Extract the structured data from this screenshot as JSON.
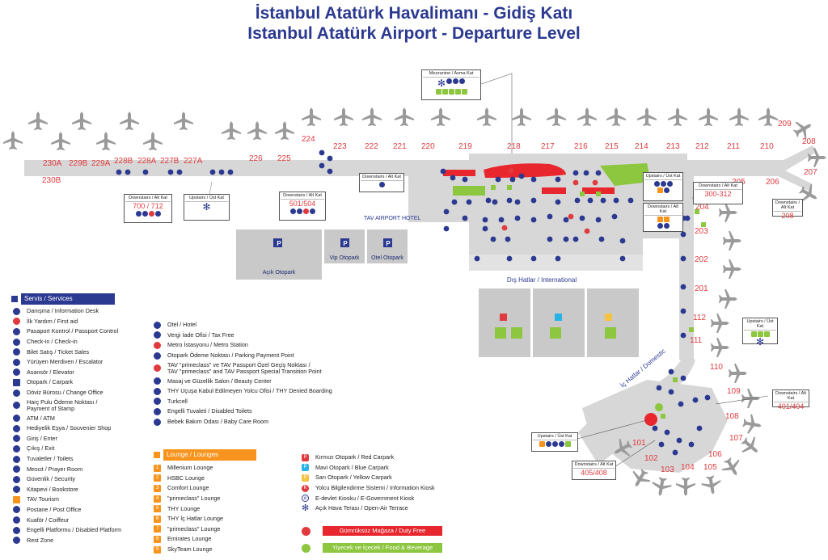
{
  "title_tr": "İstanbul Atatürk Havalimanı - Gidiş Katı",
  "title_en": "Istanbul Atatürk Airport - Departure Level",
  "colors": {
    "brand_blue": "#2b3990",
    "gate_red": "#e03a3e",
    "terminal_gray": "#d7d7d7",
    "duty_free_red": "#e8262d",
    "food_green": "#8dc63f",
    "lounge_orange": "#f7941d"
  },
  "gates_top": [
    "230A",
    "229B",
    "229A",
    "228B",
    "228A",
    "227B",
    "227A",
    "226",
    "225",
    "224",
    "223",
    "222",
    "221",
    "220",
    "219",
    "218",
    "217",
    "216",
    "215",
    "214",
    "213",
    "212",
    "211",
    "210",
    "209",
    "208",
    "207",
    "206",
    "205",
    "204",
    "203",
    "202",
    "201"
  ],
  "gate_230b": "230B",
  "gates_domestic": [
    "112",
    "111",
    "110",
    "109",
    "108",
    "107",
    "106",
    "105",
    "104",
    "103",
    "102",
    "101"
  ],
  "zones": {
    "hotel": "TAV AIRPORT HOTEL",
    "acik_otopark": "Açık Otopark",
    "vip_otopark": "Vip Otopark",
    "otel_otopark": "Otel Otopark",
    "international": "Dış Hatlar / International",
    "domestic": "İç Hatlar / Domestic",
    "parking_icon": "P"
  },
  "infoboxes": {
    "mezzanine": {
      "title": "Mezzanine / Asma Kat"
    },
    "down_700": {
      "title": "Downstairs / Alt Kat",
      "code": "700 / 712"
    },
    "up_227": {
      "title": "Upstairs / Üst Kat"
    },
    "down_501": {
      "title": "Downstairs / Alt Kat",
      "code": "501/504"
    },
    "down_222": {
      "title": "Downstairs / Alt Kat"
    },
    "up_213": {
      "title": "Upstairs / Üst Kat"
    },
    "down_213": {
      "title": "Downstairs / Alt Kat"
    },
    "down_300": {
      "title": "Downstairs / Alt Kat",
      "code": "300-312"
    },
    "down_208": {
      "title": "Downstairs / Alt Kat",
      "code": "208"
    },
    "up_112": {
      "title": "Upstairs / Üst Kat"
    },
    "down_401": {
      "title": "Downstairs / Alt Kat",
      "code": "401/404"
    },
    "up_101": {
      "title": "Upstairs / Üst Kat"
    },
    "down_405": {
      "title": "Downstairs / Alt Kat",
      "code": "405/408"
    }
  },
  "legend_services": {
    "heading": "Servis / Services",
    "items": [
      {
        "icon": "info-icon",
        "label": "Danışma / Information Desk"
      },
      {
        "icon": "first-aid-icon",
        "label": "İlk Yardım / First aid"
      },
      {
        "icon": "passport-icon",
        "label": "Pasaport Kontrol / Passport Control"
      },
      {
        "icon": "check-in-icon",
        "label": "Check-in / Check-in"
      },
      {
        "icon": "ticket-icon",
        "label": "Bilet Satış / Ticket Sales"
      },
      {
        "icon": "escalator-icon",
        "label": "Yürüyen Merdiven / Escalator"
      },
      {
        "icon": "elevator-icon",
        "label": "Asansör / Elevator"
      },
      {
        "icon": "carpark-icon",
        "label": "Otopark / Carpark"
      },
      {
        "icon": "exchange-icon",
        "label": "Döviz Bürosu / Change Office"
      },
      {
        "icon": "stamp-icon",
        "label": "Harç Pulu Ödeme Noktası /\nPayment of Stamp"
      },
      {
        "icon": "atm-icon",
        "label": "ATM / ATM"
      },
      {
        "icon": "souvenir-icon",
        "label": "Hediyelik Eşya / Souvenier Shop"
      },
      {
        "icon": "enter-icon",
        "label": "Giriş / Enter"
      },
      {
        "icon": "exit-icon",
        "label": "Çıkış / Exit"
      },
      {
        "icon": "toilet-icon",
        "label": "Tuvaletler / Toilets"
      },
      {
        "icon": "prayer-icon",
        "label": "Mescit / Prayer Room"
      },
      {
        "icon": "security-icon",
        "label": "Güvenlik / Security"
      },
      {
        "icon": "bookstore-icon",
        "label": "Kitapevi / Bookstore"
      },
      {
        "icon": "tav-tourism-icon",
        "label": "TAV Tourism"
      },
      {
        "icon": "post-office-icon",
        "label": "Postane / Post Office"
      },
      {
        "icon": "coiffeur-icon",
        "label": "Kuaför / Coiffeur"
      },
      {
        "icon": "disabled-platform-icon",
        "label": "Engelli Platformu / Disabled Platform"
      },
      {
        "icon": "rest-zone-icon",
        "label": "Rest Zone"
      }
    ]
  },
  "legend_services_2": [
    {
      "icon": "hotel-icon",
      "label": "Otel / Hotel"
    },
    {
      "icon": "tax-free-icon",
      "label": "Vergi İade Ofisi / Tax Free"
    },
    {
      "icon": "metro-icon",
      "label": "Metro İstasyonu / Metro Station"
    },
    {
      "icon": "parking-payment-icon",
      "label": "Otopark Ödeme Noktası / Parking Payment Point"
    },
    {
      "icon": "primeclass-icon",
      "label": "TAV \"primeclass\" ve TAV Passport Özel Geçiş Noktası /\nTAV \"primeclass\" and TAV Passport Special Transition Point"
    },
    {
      "icon": "beauty-icon",
      "label": "Masaj ve Güzellik Salon / Beauty Center"
    },
    {
      "icon": "denied-boarding-icon",
      "label": "THY Uçuşa Kabul Edilmeyen Yolcu Ofisi / THY Denied Boarding"
    },
    {
      "icon": "turkcell-icon",
      "label": "Turkcell"
    },
    {
      "icon": "disabled-toilet-icon",
      "label": "Engelli Tuvaleti / Disabled Toilets"
    },
    {
      "icon": "baby-care-icon",
      "label": "Bebek Bakım Odası / Baby Care Room"
    }
  ],
  "legend_lounges": {
    "heading": "Lounge / Lounges",
    "items": [
      {
        "num": "1",
        "label": "Millenium Lounge"
      },
      {
        "num": "2",
        "label": "HSBC Lounge"
      },
      {
        "num": "3",
        "label": "Comfort Lounge"
      },
      {
        "num": "4",
        "label": "\"primeclass\" Lounge"
      },
      {
        "num": "5",
        "label": "THY Lounge"
      },
      {
        "num": "6",
        "label": "THY İç Hatlar Lounge"
      },
      {
        "num": "7",
        "label": "\"primeclass\" Lounge"
      },
      {
        "num": "8",
        "label": "Emirates Lounge"
      },
      {
        "num": "9",
        "label": "SkyTeam Lounge"
      }
    ]
  },
  "legend_parking": [
    {
      "icon": "red-carpark-icon",
      "letter": "P",
      "label": "Kırmızı Otopark / Red Carpark"
    },
    {
      "icon": "blue-carpark-icon",
      "letter": "P",
      "label": "Mavi Otopark / Blue Carpark"
    },
    {
      "icon": "yellow-carpark-icon",
      "letter": "P",
      "label": "Sarı Otopark / Yellow Carpark"
    },
    {
      "icon": "info-kiosk-icon",
      "letter": "K",
      "label": "Yolcu Bilgilendirme Sistemi / Information Kiosk"
    },
    {
      "icon": "e-government-icon",
      "letter": "e",
      "label": "E-devlet Kiosku / E-Government Kiosk"
    },
    {
      "icon": "open-air-terrace-icon",
      "letter": "✻",
      "label": "Açık Hava Terası / Open-Air Terrace"
    }
  ],
  "duty_free": "Gümrüksüz Mağaza / Duty Free",
  "food": "Yiyecek ve İçecek / Food & Beverage"
}
